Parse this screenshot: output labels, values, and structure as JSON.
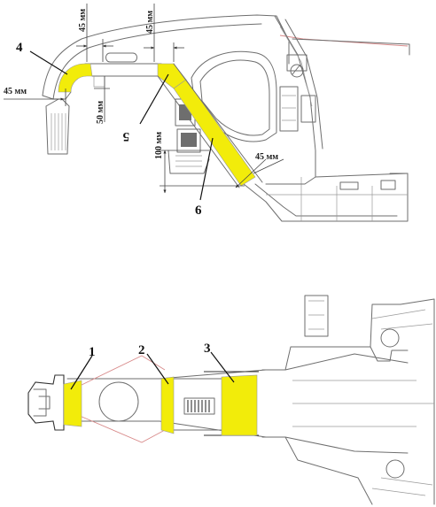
{
  "labels": {
    "p1": "1",
    "p2": "2",
    "p3": "3",
    "p4": "4",
    "p5": "5",
    "p6": "6"
  },
  "dimensions": {
    "d_left": "45 мм",
    "d_top1": "45 мм",
    "d_top2": "45 мм",
    "d_50": "50 мм",
    "d_100": "100 мм",
    "d_right": "45 мм"
  },
  "colors": {
    "highlight": "#f2ec0a",
    "outline": "#6e6e6e"
  }
}
